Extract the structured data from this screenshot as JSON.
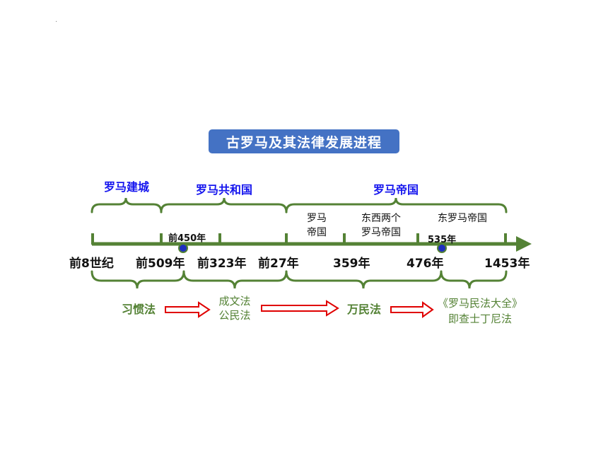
{
  "title": "古罗马及其法律发展进程",
  "periods": {
    "founding": "罗马建城",
    "republic": "罗马共和国",
    "empire": "罗马帝国"
  },
  "upper_labels": {
    "roman_empire": "罗马\n帝国",
    "two_empires": "东西两个\n罗马帝国",
    "eastern_empire": "东罗马帝国"
  },
  "events": {
    "e450": "前450年",
    "e535": "535年"
  },
  "years": [
    "前8世纪",
    "前509年",
    "前323年",
    "前27年",
    "359年",
    "476年",
    "1453年"
  ],
  "laws": {
    "customary": "习惯法",
    "written": "成文法\n公民法",
    "gentium": "万民法",
    "corpus": "《罗马民法大全》\n即查士丁尼法"
  },
  "colors": {
    "title_bg": "#4472c4",
    "timeline": "#548235",
    "period_text": "#1515ee",
    "arrow": "#e00000",
    "event_dot": "#1f2fbf"
  }
}
